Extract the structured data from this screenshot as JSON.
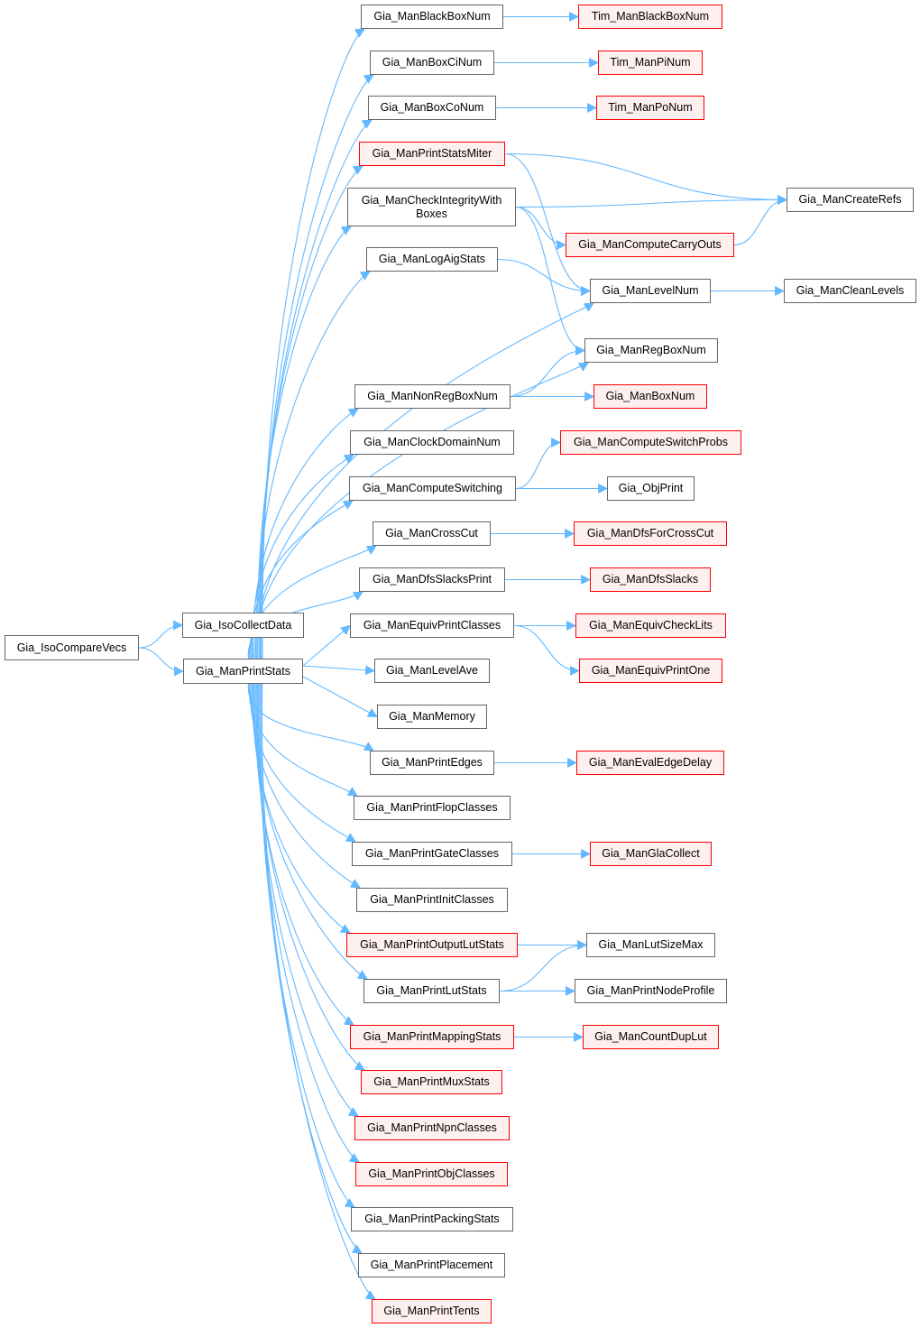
{
  "graph": {
    "type": "call-graph",
    "colors": {
      "edge": "#63b8ff",
      "node_border": "#666666",
      "node_fill": "#ffffff",
      "external_border": "#ff0000",
      "external_fill": "#fff0f0",
      "root_fill": "#999999"
    },
    "nodes": [
      {
        "id": "root",
        "label": "Gia_IsoCompareVecs",
        "style": "root"
      },
      {
        "id": "collect",
        "label": "Gia_IsoCollectData",
        "style": "normal"
      },
      {
        "id": "stats",
        "label": "Gia_ManPrintStats",
        "style": "normal"
      },
      {
        "id": "blackbox",
        "label": "Gia_ManBlackBoxNum",
        "style": "normal"
      },
      {
        "id": "boxci",
        "label": "Gia_ManBoxCiNum",
        "style": "normal"
      },
      {
        "id": "boxco",
        "label": "Gia_ManBoxCoNum",
        "style": "normal"
      },
      {
        "id": "miter",
        "label": "Gia_ManPrintStatsMiter",
        "style": "external"
      },
      {
        "id": "checkint",
        "label": "Gia_ManCheckIntegrityWith\nBoxes",
        "style": "normal"
      },
      {
        "id": "logaig",
        "label": "Gia_ManLogAigStats",
        "style": "normal"
      },
      {
        "id": "nonreg",
        "label": "Gia_ManNonRegBoxNum",
        "style": "normal"
      },
      {
        "id": "clockdom",
        "label": "Gia_ManClockDomainNum",
        "style": "normal"
      },
      {
        "id": "compsw",
        "label": "Gia_ManComputeSwitching",
        "style": "normal"
      },
      {
        "id": "crosscut",
        "label": "Gia_ManCrossCut",
        "style": "normal"
      },
      {
        "id": "dfsslp",
        "label": "Gia_ManDfsSlacksPrint",
        "style": "normal"
      },
      {
        "id": "equivpc",
        "label": "Gia_ManEquivPrintClasses",
        "style": "normal"
      },
      {
        "id": "levelave",
        "label": "Gia_ManLevelAve",
        "style": "normal"
      },
      {
        "id": "memory",
        "label": "Gia_ManMemory",
        "style": "normal"
      },
      {
        "id": "printedges",
        "label": "Gia_ManPrintEdges",
        "style": "normal"
      },
      {
        "id": "flopcl",
        "label": "Gia_ManPrintFlopClasses",
        "style": "normal"
      },
      {
        "id": "gatecl",
        "label": "Gia_ManPrintGateClasses",
        "style": "normal"
      },
      {
        "id": "initcl",
        "label": "Gia_ManPrintInitClasses",
        "style": "normal"
      },
      {
        "id": "outlut",
        "label": "Gia_ManPrintOutputLutStats",
        "style": "external"
      },
      {
        "id": "lutstats",
        "label": "Gia_ManPrintLutStats",
        "style": "normal"
      },
      {
        "id": "mapstats",
        "label": "Gia_ManPrintMappingStats",
        "style": "external"
      },
      {
        "id": "muxstats",
        "label": "Gia_ManPrintMuxStats",
        "style": "external"
      },
      {
        "id": "npncl",
        "label": "Gia_ManPrintNpnClasses",
        "style": "external"
      },
      {
        "id": "objcl",
        "label": "Gia_ManPrintObjClasses",
        "style": "external"
      },
      {
        "id": "packing",
        "label": "Gia_ManPrintPackingStats",
        "style": "normal"
      },
      {
        "id": "placement",
        "label": "Gia_ManPrintPlacement",
        "style": "normal"
      },
      {
        "id": "tents",
        "label": "Gia_ManPrintTents",
        "style": "external"
      },
      {
        "id": "timbb",
        "label": "Tim_ManBlackBoxNum",
        "style": "external"
      },
      {
        "id": "timpi",
        "label": "Tim_ManPiNum",
        "style": "external"
      },
      {
        "id": "timpo",
        "label": "Tim_ManPoNum",
        "style": "external"
      },
      {
        "id": "createrefs",
        "label": "Gia_ManCreateRefs",
        "style": "normal"
      },
      {
        "id": "carryouts",
        "label": "Gia_ManComputeCarryOuts",
        "style": "external"
      },
      {
        "id": "levelnum",
        "label": "Gia_ManLevelNum",
        "style": "normal"
      },
      {
        "id": "cleanlevels",
        "label": "Gia_ManCleanLevels",
        "style": "normal"
      },
      {
        "id": "regbox",
        "label": "Gia_ManRegBoxNum",
        "style": "normal"
      },
      {
        "id": "boxnum",
        "label": "Gia_ManBoxNum",
        "style": "external"
      },
      {
        "id": "swprobs",
        "label": "Gia_ManComputeSwitchProbs",
        "style": "external"
      },
      {
        "id": "objprint",
        "label": "Gia_ObjPrint",
        "style": "normal"
      },
      {
        "id": "dfscross",
        "label": "Gia_ManDfsForCrossCut",
        "style": "external"
      },
      {
        "id": "dfsslacks",
        "label": "Gia_ManDfsSlacks",
        "style": "external"
      },
      {
        "id": "checklits",
        "label": "Gia_ManEquivCheckLits",
        "style": "external"
      },
      {
        "id": "printone",
        "label": "Gia_ManEquivPrintOne",
        "style": "external"
      },
      {
        "id": "edgedelay",
        "label": "Gia_ManEvalEdgeDelay",
        "style": "external"
      },
      {
        "id": "glacollect",
        "label": "Gia_ManGlaCollect",
        "style": "external"
      },
      {
        "id": "lutsizemax",
        "label": "Gia_ManLutSizeMax",
        "style": "normal"
      },
      {
        "id": "nodeprofile",
        "label": "Gia_ManPrintNodeProfile",
        "style": "normal"
      },
      {
        "id": "countdup",
        "label": "Gia_ManCountDupLut",
        "style": "external"
      }
    ],
    "edges": [
      [
        "root",
        "collect"
      ],
      [
        "root",
        "stats"
      ],
      [
        "stats",
        "blackbox"
      ],
      [
        "stats",
        "boxci"
      ],
      [
        "stats",
        "boxco"
      ],
      [
        "stats",
        "miter"
      ],
      [
        "stats",
        "checkint"
      ],
      [
        "stats",
        "logaig"
      ],
      [
        "stats",
        "levelnum"
      ],
      [
        "stats",
        "regbox"
      ],
      [
        "stats",
        "nonreg"
      ],
      [
        "stats",
        "clockdom"
      ],
      [
        "stats",
        "compsw"
      ],
      [
        "stats",
        "crosscut"
      ],
      [
        "stats",
        "dfsslp"
      ],
      [
        "stats",
        "equivpc"
      ],
      [
        "stats",
        "levelave"
      ],
      [
        "stats",
        "memory"
      ],
      [
        "stats",
        "printedges"
      ],
      [
        "stats",
        "flopcl"
      ],
      [
        "stats",
        "gatecl"
      ],
      [
        "stats",
        "initcl"
      ],
      [
        "stats",
        "outlut"
      ],
      [
        "stats",
        "lutstats"
      ],
      [
        "stats",
        "mapstats"
      ],
      [
        "stats",
        "muxstats"
      ],
      [
        "stats",
        "npncl"
      ],
      [
        "stats",
        "objcl"
      ],
      [
        "stats",
        "packing"
      ],
      [
        "stats",
        "placement"
      ],
      [
        "stats",
        "tents"
      ],
      [
        "blackbox",
        "timbb"
      ],
      [
        "boxci",
        "timpi"
      ],
      [
        "boxco",
        "timpo"
      ],
      [
        "miter",
        "createrefs"
      ],
      [
        "miter",
        "levelnum"
      ],
      [
        "checkint",
        "createrefs"
      ],
      [
        "checkint",
        "carryouts"
      ],
      [
        "checkint",
        "regbox"
      ],
      [
        "carryouts",
        "createrefs"
      ],
      [
        "logaig",
        "levelnum"
      ],
      [
        "levelnum",
        "cleanlevels"
      ],
      [
        "nonreg",
        "regbox"
      ],
      [
        "nonreg",
        "boxnum"
      ],
      [
        "compsw",
        "swprobs"
      ],
      [
        "compsw",
        "objprint"
      ],
      [
        "crosscut",
        "dfscross"
      ],
      [
        "dfsslp",
        "dfsslacks"
      ],
      [
        "equivpc",
        "checklits"
      ],
      [
        "equivpc",
        "printone"
      ],
      [
        "printedges",
        "edgedelay"
      ],
      [
        "gatecl",
        "glacollect"
      ],
      [
        "outlut",
        "lutsizemax"
      ],
      [
        "lutstats",
        "lutsizemax"
      ],
      [
        "lutstats",
        "nodeprofile"
      ],
      [
        "mapstats",
        "countdup"
      ]
    ]
  }
}
